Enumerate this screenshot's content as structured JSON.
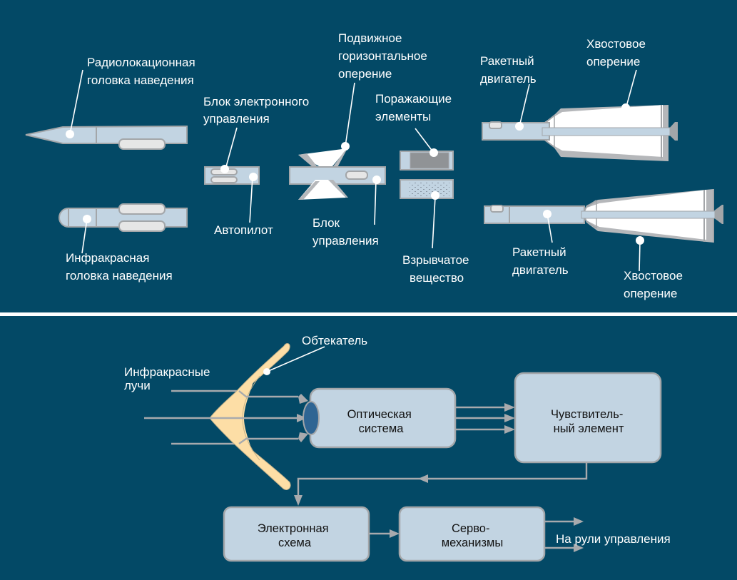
{
  "colors": {
    "background": "#034966",
    "missile_body": "#c2d4e2",
    "outline_gray": "#a3a6a9",
    "fin_white": "#ffffff",
    "fairing": "#fddea6",
    "optics_lens": "#2f6593",
    "divider": "#ffffff"
  },
  "top_panel": {
    "labels": {
      "radar_seeker": [
        "Радиолокационная",
        "головка наведения"
      ],
      "ir_seeker": [
        "Инфракрасная",
        "головка наведения"
      ],
      "electronic_control_unit": [
        "Блок электронного",
        "управления"
      ],
      "autopilot": [
        "Автопилот"
      ],
      "movable_horizontal_fin": [
        "Подвижное",
        "горизонтальное",
        "оперение"
      ],
      "control_unit": [
        "Блок",
        "управления"
      ],
      "damaging_elements": [
        "Поражающие",
        "элементы"
      ],
      "explosive": [
        "Взрывчатое",
        "вещество"
      ],
      "rocket_engine_top": [
        "Ракетный",
        "двигатель"
      ],
      "tail_fin_top": [
        "Хвостовое",
        "оперение"
      ],
      "rocket_engine_bottom": [
        "Ракетный",
        "двигатель"
      ],
      "tail_fin_bottom": [
        "Хвостовое",
        "оперение"
      ]
    }
  },
  "bottom_panel": {
    "labels": {
      "fairing": "Обтекатель",
      "ir_rays": [
        "Инфракрасные",
        "лучи"
      ],
      "output": "На рули управления"
    },
    "boxes": {
      "optical_system": [
        "Оптическая",
        "система"
      ],
      "sensitive_element": [
        "Чувствитель-",
        "ный элемент"
      ],
      "electronic_circuit": [
        "Электронная",
        "схема"
      ],
      "servomechanisms": [
        "Серво-",
        "механизмы"
      ]
    }
  }
}
